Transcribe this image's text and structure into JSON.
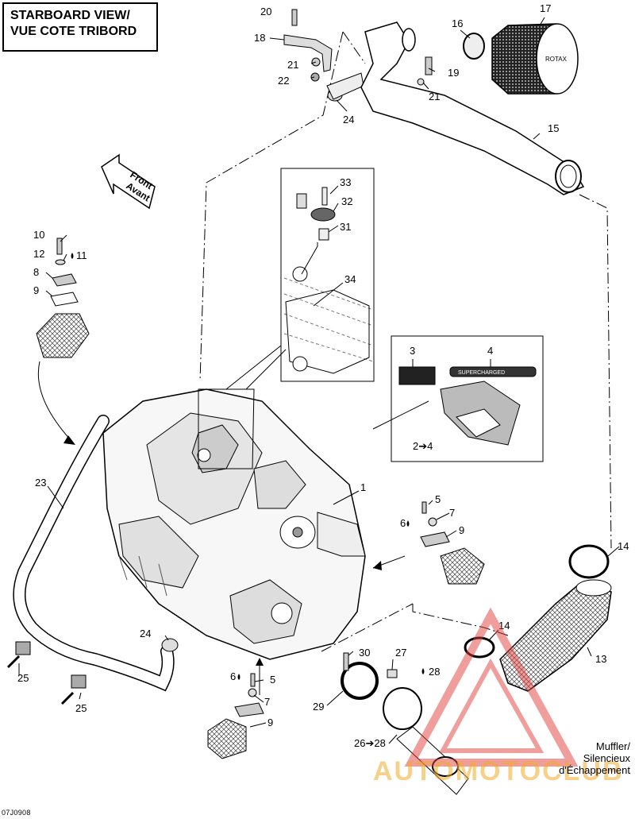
{
  "title": {
    "line1": "STARBOARD VIEW/",
    "line2": "VUE COTE TRIBORD"
  },
  "front_arrow": {
    "line1": "Front",
    "line2": "Avant"
  },
  "drawing_code": "07J0908",
  "muffler_note": {
    "line1": "Muffler/",
    "line2": "Silencieux",
    "line3": "d'Échappement"
  },
  "watermark": "AUTOMOTOCLUB",
  "decal_text": {
    "brand": "ROTAX",
    "supercharger": "SUPERCHARGED"
  },
  "callouts": [
    {
      "id": "c20",
      "text": "20"
    },
    {
      "id": "c18",
      "text": "18"
    },
    {
      "id": "c21a",
      "text": "21"
    },
    {
      "id": "c22",
      "text": "22"
    },
    {
      "id": "c24a",
      "text": "24"
    },
    {
      "id": "c16",
      "text": "16"
    },
    {
      "id": "c17",
      "text": "17"
    },
    {
      "id": "c19",
      "text": "19"
    },
    {
      "id": "c21b",
      "text": "21"
    },
    {
      "id": "c15",
      "text": "15"
    },
    {
      "id": "c33",
      "text": "33"
    },
    {
      "id": "c32",
      "text": "32"
    },
    {
      "id": "c31",
      "text": "31"
    },
    {
      "id": "c34",
      "text": "34"
    },
    {
      "id": "c10",
      "text": "10"
    },
    {
      "id": "c12",
      "text": "12"
    },
    {
      "id": "c11",
      "text": "11"
    },
    {
      "id": "c8a",
      "text": "8"
    },
    {
      "id": "c9a",
      "text": "9"
    },
    {
      "id": "c3",
      "text": "3"
    },
    {
      "id": "c4",
      "text": "4"
    },
    {
      "id": "c2to4",
      "text": "2➔4"
    },
    {
      "id": "c1",
      "text": "1"
    },
    {
      "id": "c5a",
      "text": "5"
    },
    {
      "id": "c6a",
      "text": "6"
    },
    {
      "id": "c7a",
      "text": "7"
    },
    {
      "id": "c9b",
      "text": "9"
    },
    {
      "id": "c23",
      "text": "23"
    },
    {
      "id": "c14a",
      "text": "14"
    },
    {
      "id": "c24b",
      "text": "24"
    },
    {
      "id": "c14b",
      "text": "14"
    },
    {
      "id": "c13",
      "text": "13"
    },
    {
      "id": "c30",
      "text": "30"
    },
    {
      "id": "c27",
      "text": "27"
    },
    {
      "id": "c28",
      "text": "28"
    },
    {
      "id": "c6b",
      "text": "6"
    },
    {
      "id": "c5b",
      "text": "5"
    },
    {
      "id": "c7b",
      "text": "7"
    },
    {
      "id": "c29",
      "text": "29"
    },
    {
      "id": "c9c",
      "text": "9"
    },
    {
      "id": "c26to28",
      "text": "26➔28"
    },
    {
      "id": "c25a",
      "text": "25"
    },
    {
      "id": "c25b",
      "text": "25"
    }
  ]
}
